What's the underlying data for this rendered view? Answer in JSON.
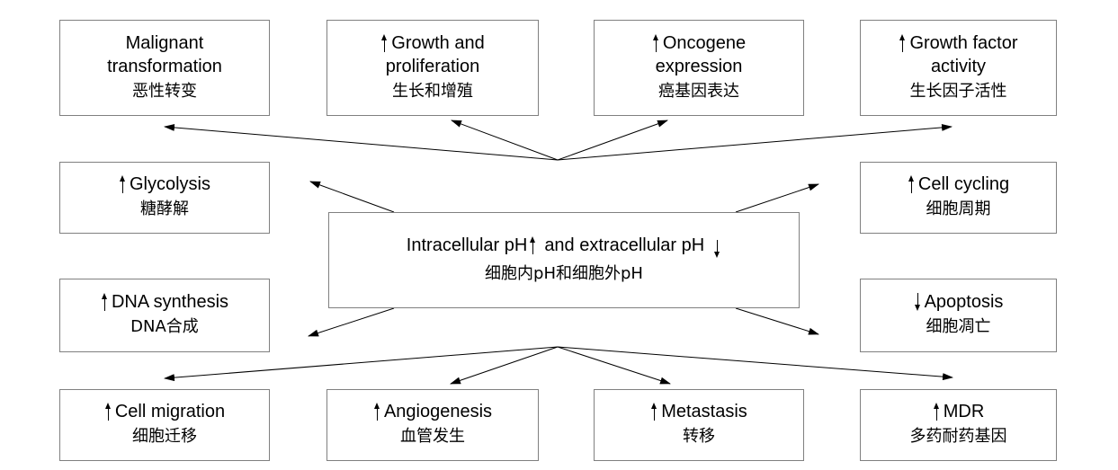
{
  "center": {
    "line1_a": "Intracellular pH",
    "line1_b": "and extracellular pH",
    "zh": "细胞内pH和细胞外pH"
  },
  "boxes": {
    "malignant": {
      "line1": "Malignant",
      "line2": "transformation",
      "zh": "恶性转变"
    },
    "growth": {
      "line1": "Growth and",
      "line2": "proliferation",
      "zh": "生长和增殖",
      "arrow": "up"
    },
    "oncogene": {
      "line1": "Oncogene",
      "line2": "expression",
      "zh": "癌基因表达",
      "arrow": "up"
    },
    "growth_factor": {
      "line1": "Growth factor",
      "line2": "activity",
      "zh": "生长因子活性",
      "arrow": "up"
    },
    "glycolysis": {
      "line1": "Glycolysis",
      "zh": "糖酵解",
      "arrow": "up"
    },
    "cell_cycling": {
      "line1": "Cell cycling",
      "zh": "细胞周期",
      "arrow": "up"
    },
    "dna_synthesis": {
      "line1": "DNA synthesis",
      "zh": "DNA合成",
      "arrow": "up"
    },
    "apoptosis": {
      "line1": "Apoptosis",
      "zh": "细胞凋亡",
      "arrow": "down"
    },
    "cell_migration": {
      "line1": "Cell migration",
      "zh": "细胞迁移",
      "arrow": "up"
    },
    "angiogenesis": {
      "line1": "Angiogenesis",
      "zh": "血管发生",
      "arrow": "up"
    },
    "metastasis": {
      "line1": "Metastasis",
      "zh": "转移",
      "arrow": "up"
    },
    "mdr": {
      "line1": "MDR",
      "zh": "多药耐药基因",
      "arrow": "up"
    }
  }
}
